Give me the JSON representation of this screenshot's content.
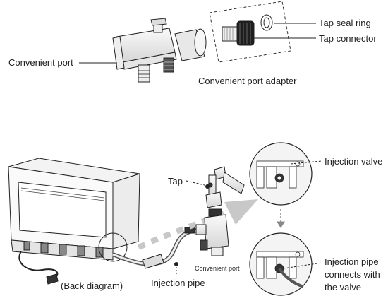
{
  "labels": {
    "tap_seal_ring": "Tap seal ring",
    "tap_connector": "Tap connector",
    "convenient_port": "Convenient port",
    "convenient_port_adapter": "Convenient port adapter",
    "tap": "Tap",
    "injection_valve": "Injection valve",
    "convenient_port_small": "Convenient port",
    "back_diagram": "(Back diagram)",
    "injection_pipe": "Injection pipe",
    "injection_pipe_connects_line1": "Injection pipe",
    "injection_pipe_connects_line2": "connects with",
    "injection_pipe_connects_line3": "the valve"
  },
  "colors": {
    "line": "#222222",
    "arrow": "#c8c8c8",
    "detail_fill": "#f4f4f4"
  }
}
